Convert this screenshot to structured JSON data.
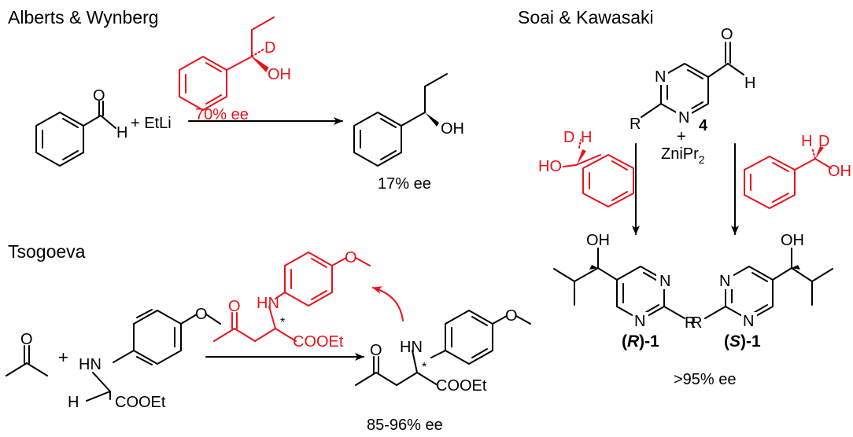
{
  "colors": {
    "highlight": "#e8141b",
    "ink": "#000000"
  },
  "alberts": {
    "heading": "Alberts & Wynberg",
    "catalyst_D": "D",
    "catalyst_OH": "OH",
    "catalyst_ee": "70% ee",
    "aldehyde_O": "O",
    "aldehyde_H": "H",
    "reagent": "+ EtLi",
    "product_OH": "OH",
    "product_ee": "17% ee"
  },
  "soai": {
    "heading": "Soai & Kawasaki",
    "N_top": "N",
    "N_bottom": "N",
    "aldehyde_O": "O",
    "aldehyde_H": "H",
    "R": "R",
    "compound_number": "4",
    "plus": "+",
    "reagent_main": "ZniPr",
    "reagent_sub": "2",
    "left_D": "D",
    "left_H": "H",
    "left_OH": "HO",
    "right_H": "H",
    "right_D": "D",
    "right_OH": "OH",
    "prodR_OH": "OH",
    "prodR_N1": "N",
    "prodR_N2": "N",
    "prodR_R": "R",
    "prodR_label_open": "(",
    "prodR_label_letter": "R",
    "prodR_label_close": ")-1",
    "prodS_OH": "OH",
    "prodS_N1": "N",
    "prodS_N2": "N",
    "prodS_R": "R",
    "prodS_label_open": "(",
    "prodS_label_letter": "S",
    "prodS_label_close": ")-1",
    "ee": ">95% ee"
  },
  "tsogoeva": {
    "heading": "Tsogoeva",
    "acetone_O": "O",
    "plus": "+",
    "amine_HN": "HN",
    "amine_H": "H",
    "amine_ester": "COOEt",
    "amine_OMe": "O",
    "cat_O": "O",
    "cat_HN": "HN",
    "cat_star": "*",
    "cat_ester": "COOEt",
    "cat_OMe": "O",
    "prod_O": "O",
    "prod_HN": "HN",
    "prod_star": "*",
    "prod_ester": "COOEt",
    "prod_OMe": "O",
    "ee": "85-96% ee"
  }
}
